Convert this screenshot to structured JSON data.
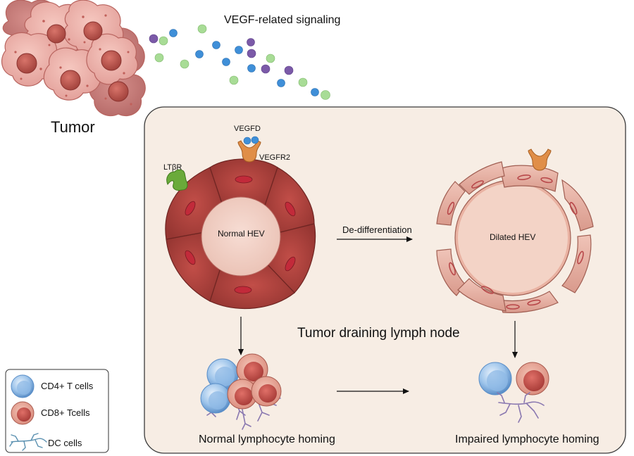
{
  "tumor_label": "Tumor",
  "signal_label": "VEGF-related signaling",
  "vegfd_label": "VEGFD",
  "vegfr2_label": "VEGFR2",
  "ltbr_label": "LTβR",
  "normal_hev_label": "Normal HEV",
  "dilated_hev_label": "Dilated HEV",
  "transition_label": "De-differentiation",
  "node_label": "Tumor draining lymph node",
  "normal_homing_label": "Normal lymphocyte homing",
  "impaired_homing_label": "Impaired lymphocyte homing",
  "legend": {
    "cd4_label": "CD4+ T cells",
    "cd8_label": "CD8+ Tcells",
    "dc_label": "DC cells"
  },
  "colors": {
    "cd4": "#7eaee0",
    "cd8": "#c85a52",
    "dc": "#5a90b0",
    "dc_in_node": "#8a78b0",
    "vegf_blue": "#3f8fd8",
    "vegf_purple": "#7b5aa8",
    "vegf_green": "#9ed48c",
    "hev_normal": "#a8423e",
    "hev_dilated": "#d99b8e",
    "receptor_vegfr2": "#e08e48",
    "receptor_ltbr": "#6aaa3a"
  }
}
